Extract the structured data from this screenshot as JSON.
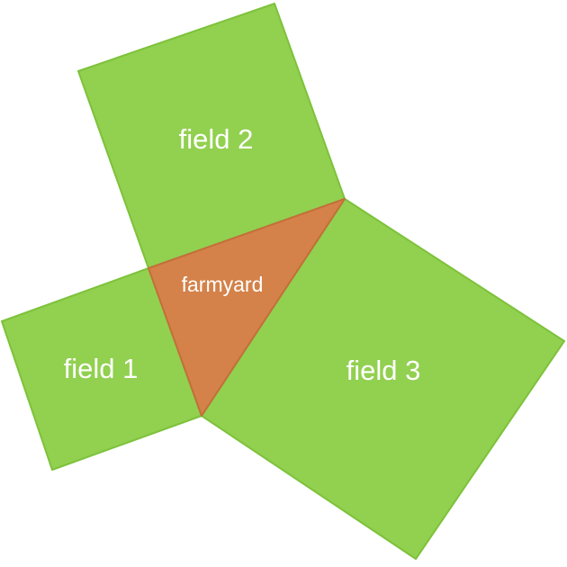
{
  "colors": {
    "field_fill": "#92d050",
    "field_stroke": "#7dc23a",
    "farmyard_fill": "#d4824a",
    "farmyard_stroke": "#c46e3a"
  },
  "shapes": {
    "field1": {
      "label": "field 1"
    },
    "field2": {
      "label": "field 2"
    },
    "field3": {
      "label": "field 3"
    },
    "farmyard": {
      "label": "farmyard"
    }
  }
}
